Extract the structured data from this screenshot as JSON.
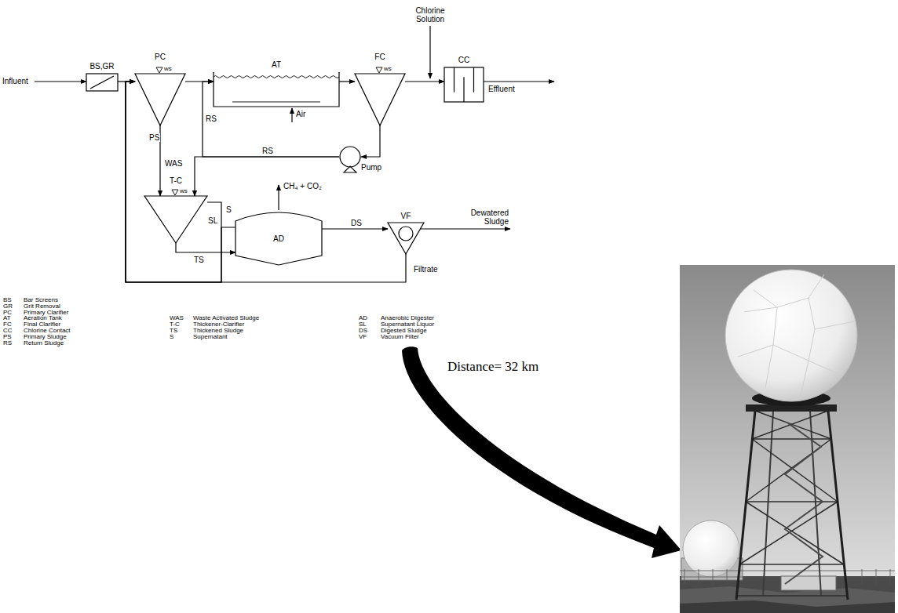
{
  "diagram": {
    "nodes": [
      {
        "text": [
          "BS,GR"
        ]
      },
      {
        "text": [
          "PC",
          "ws"
        ]
      },
      {
        "text": [
          "AT"
        ]
      },
      {
        "text": [
          "FC",
          "ws"
        ]
      },
      {
        "text": [
          "CC"
        ]
      },
      {
        "text": [
          "Pump"
        ]
      },
      {
        "text": [
          "T-C",
          "ws"
        ]
      },
      {
        "text": [
          "AD"
        ]
      },
      {
        "text": [
          "VF"
        ]
      }
    ],
    "edges": [
      {
        "from": 0,
        "to": 1,
        "arrow": "to"
      },
      {
        "from": 1,
        "to": 2,
        "arrow": "to"
      },
      {
        "from": 2,
        "to": 3,
        "arrow": "to"
      },
      {
        "from": 3,
        "to": 4,
        "arrow": "to"
      },
      {
        "from": 3,
        "to": 5,
        "arrow": "to"
      },
      {
        "from": 5,
        "to": 2,
        "label": "RS",
        "arrow": "to"
      },
      {
        "from": 5,
        "to": 6,
        "label": "WAS",
        "arrow": "to"
      },
      {
        "from": 1,
        "to": 6,
        "label": "PS",
        "arrow": "to"
      },
      {
        "from": 6,
        "to": 7,
        "label": "TS",
        "arrow": "to"
      },
      {
        "from": 6,
        "to": 1,
        "label": "S",
        "arrow": "to"
      },
      {
        "from": 7,
        "to": 1,
        "label": "SL",
        "arrow": "to"
      },
      {
        "from": 7,
        "to": 8,
        "label": "DS",
        "arrow": "to"
      },
      {
        "from": 8,
        "to": 1,
        "label": "Filtrate",
        "arrow": "to"
      }
    ],
    "labels": [
      "Influent",
      "Chlorine Solution",
      "Effluent",
      "Air",
      "RS",
      "CH₄ + CO₂",
      "Dewatered Sludge",
      "BS",
      "Bar Screens",
      "GR",
      "Grit Removal",
      "PC",
      "Primary Clarifier",
      "AT",
      "Aeration Tank",
      "FC",
      "Final Clarifier",
      "CC",
      "Chlorine Contact",
      "PS",
      "Primary Sludge",
      "RS",
      "Return Sludge",
      "WAS",
      "Waste Activated Sludge",
      "T-C",
      "Thickener-Clarifier",
      "TS",
      "Thickened Sludge",
      "S",
      "Supernatant",
      "AD",
      "Anaerobic Digester",
      "SL",
      "Supernatant Liquor",
      "DS",
      "Digested Sludge",
      "VF",
      "Vacuum Filter",
      "Distance= 32 km"
    ]
  }
}
